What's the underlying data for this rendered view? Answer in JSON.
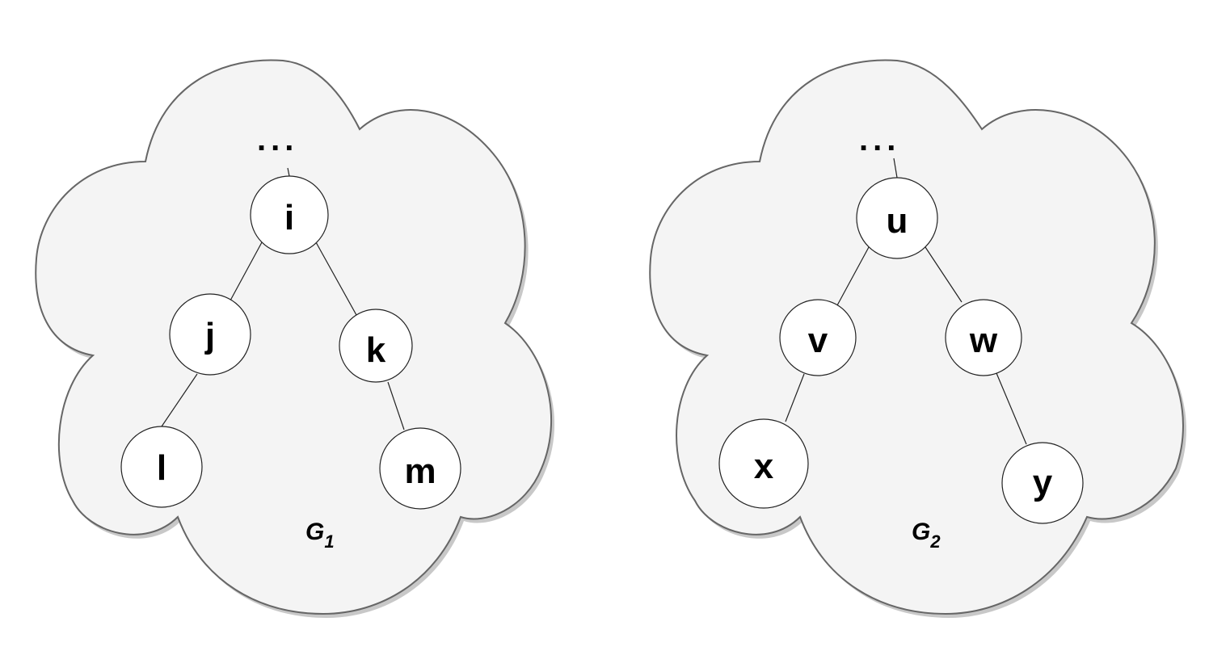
{
  "graphs": [
    {
      "name": "G",
      "subscript": "1",
      "ellipsis": "...",
      "nodes": {
        "top": "i",
        "left": "j",
        "right": "k",
        "left_child": "l",
        "right_child": "m"
      }
    },
    {
      "name": "G",
      "subscript": "2",
      "ellipsis": "...",
      "nodes": {
        "top": "u",
        "left": "v",
        "right": "w",
        "left_child": "x",
        "right_child": "y"
      }
    }
  ]
}
